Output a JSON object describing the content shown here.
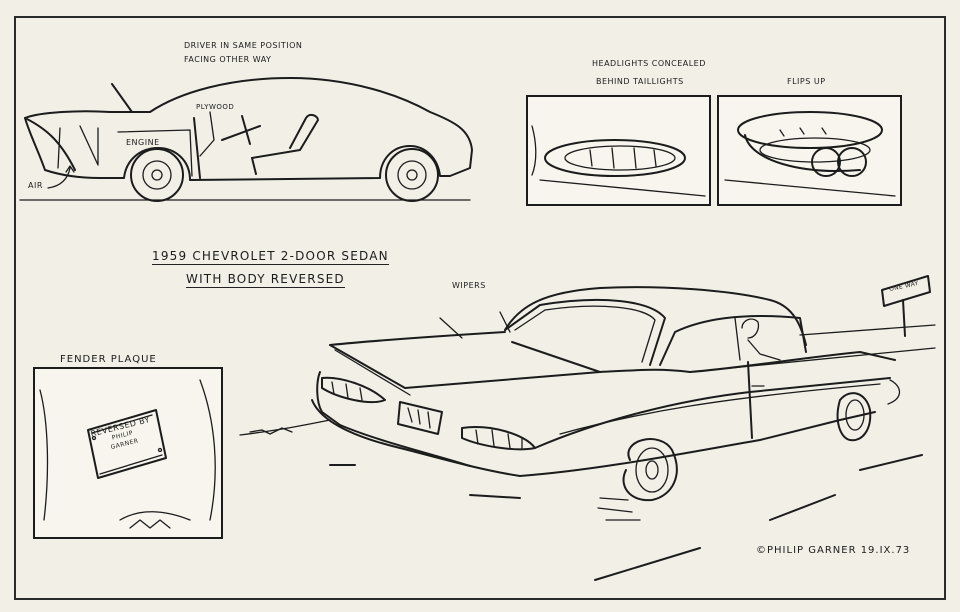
{
  "captions": {
    "driver_line1": "DRIVER IN SAME POSITION",
    "driver_line2": "FACING OTHER WAY",
    "plywood": "PLYWOOD",
    "engine": "ENGINE",
    "air": "AIR",
    "headlights_line1": "HEADLIGHTS CONCEALED",
    "headlights_line2": "BEHIND TAILLIGHTS",
    "flips_up": "FLIPS UP",
    "title_line1": "1959 CHEVROLET 2-DOOR SEDAN",
    "title_line2": "WITH BODY REVERSED",
    "wipers": "WIPERS",
    "fender_plaque": "FENDER PLAQUE",
    "plaque_line1": "REVERSED BY",
    "plaque_line2": "PHILIP",
    "plaque_line3": "GARNER",
    "sign": "ONE WAY",
    "signature": "©PHILIP GARNER 19.IX.73"
  },
  "colors": {
    "paper": "#f1efe6",
    "ink": "#1c1c1c"
  }
}
